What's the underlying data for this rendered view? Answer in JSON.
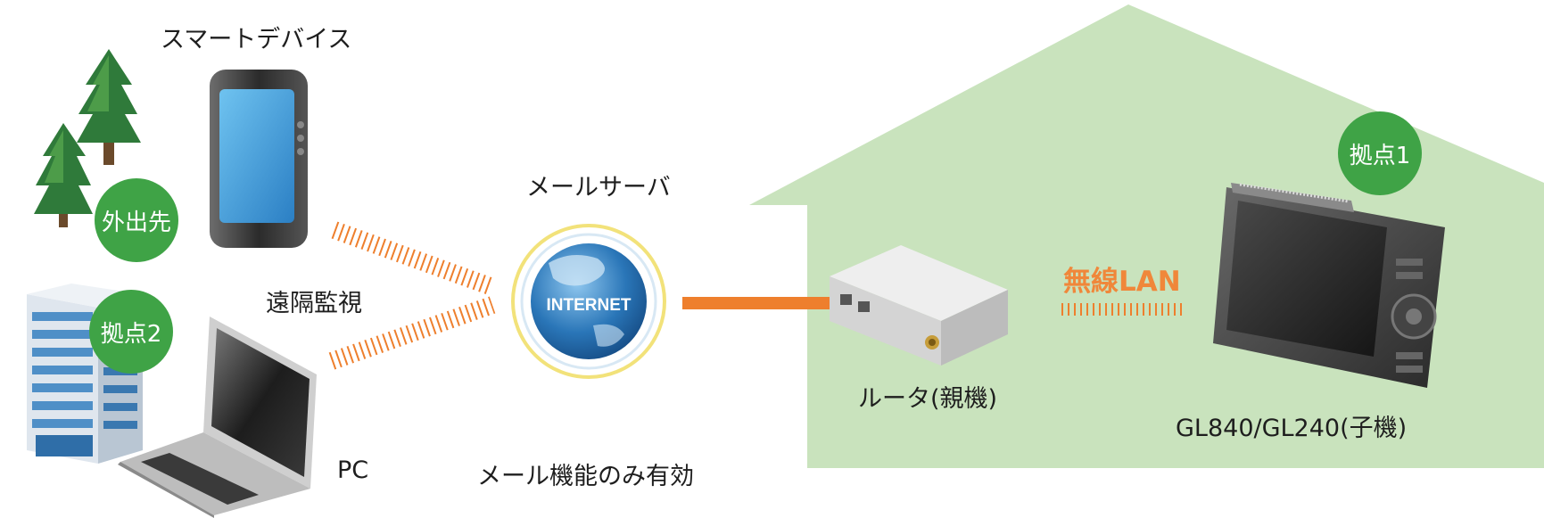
{
  "labels": {
    "smart_device": "スマートデバイス",
    "mail_server": "メールサーバ",
    "remote_monitoring": "遠隔監視",
    "pc": "PC",
    "mail_only": "メール機能のみ有効",
    "router": "ルータ(親機)",
    "logger": "GL840/GL240(子機)",
    "wireless_lan": "無線LAN",
    "globe_text": "INTERNET"
  },
  "badges": {
    "outside": "外出先",
    "site1": "拠点1",
    "site2": "拠点2"
  },
  "colors": {
    "house_fill": "#c9e3bd",
    "badge_green": "#3fa346",
    "link_orange": "#ee7f2d",
    "globe_blue": "#1f6fb0",
    "globe_ring": "#f2e27a"
  },
  "icons": [
    "tree-icon",
    "smartphone-icon",
    "building-icon",
    "laptop-icon",
    "globe-icon",
    "router-icon",
    "data-logger-icon"
  ]
}
